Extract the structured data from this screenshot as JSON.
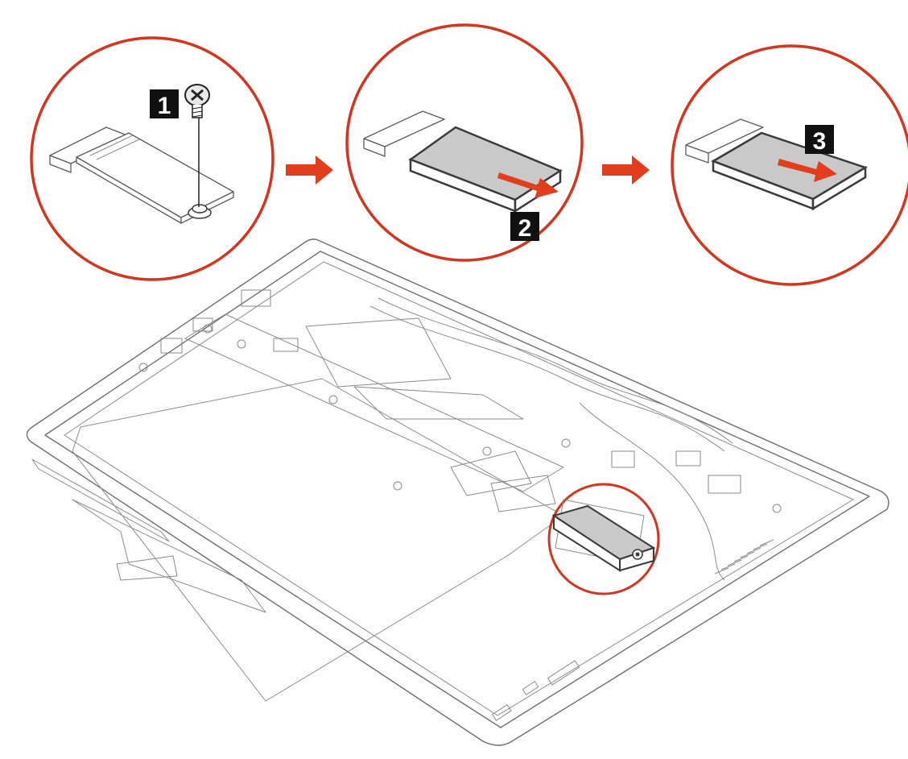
{
  "figure": {
    "colors": {
      "callout_ring": "#d5351f",
      "arrow": "#e23d1d",
      "label_bg": "#111111",
      "label_text": "#ffffff",
      "line_art": "#6e6e6e",
      "ssd_top": "#c9c9c9",
      "ssd_edge": "#3a3a3a"
    },
    "steps": [
      {
        "label": "1",
        "action": "remove-screw"
      },
      {
        "label": "2",
        "action": "slide-out"
      },
      {
        "label": "3",
        "action": "pull-out"
      }
    ],
    "icons": [
      "screw-icon",
      "flow-arrow-icon",
      "slide-arrow-icon"
    ]
  }
}
